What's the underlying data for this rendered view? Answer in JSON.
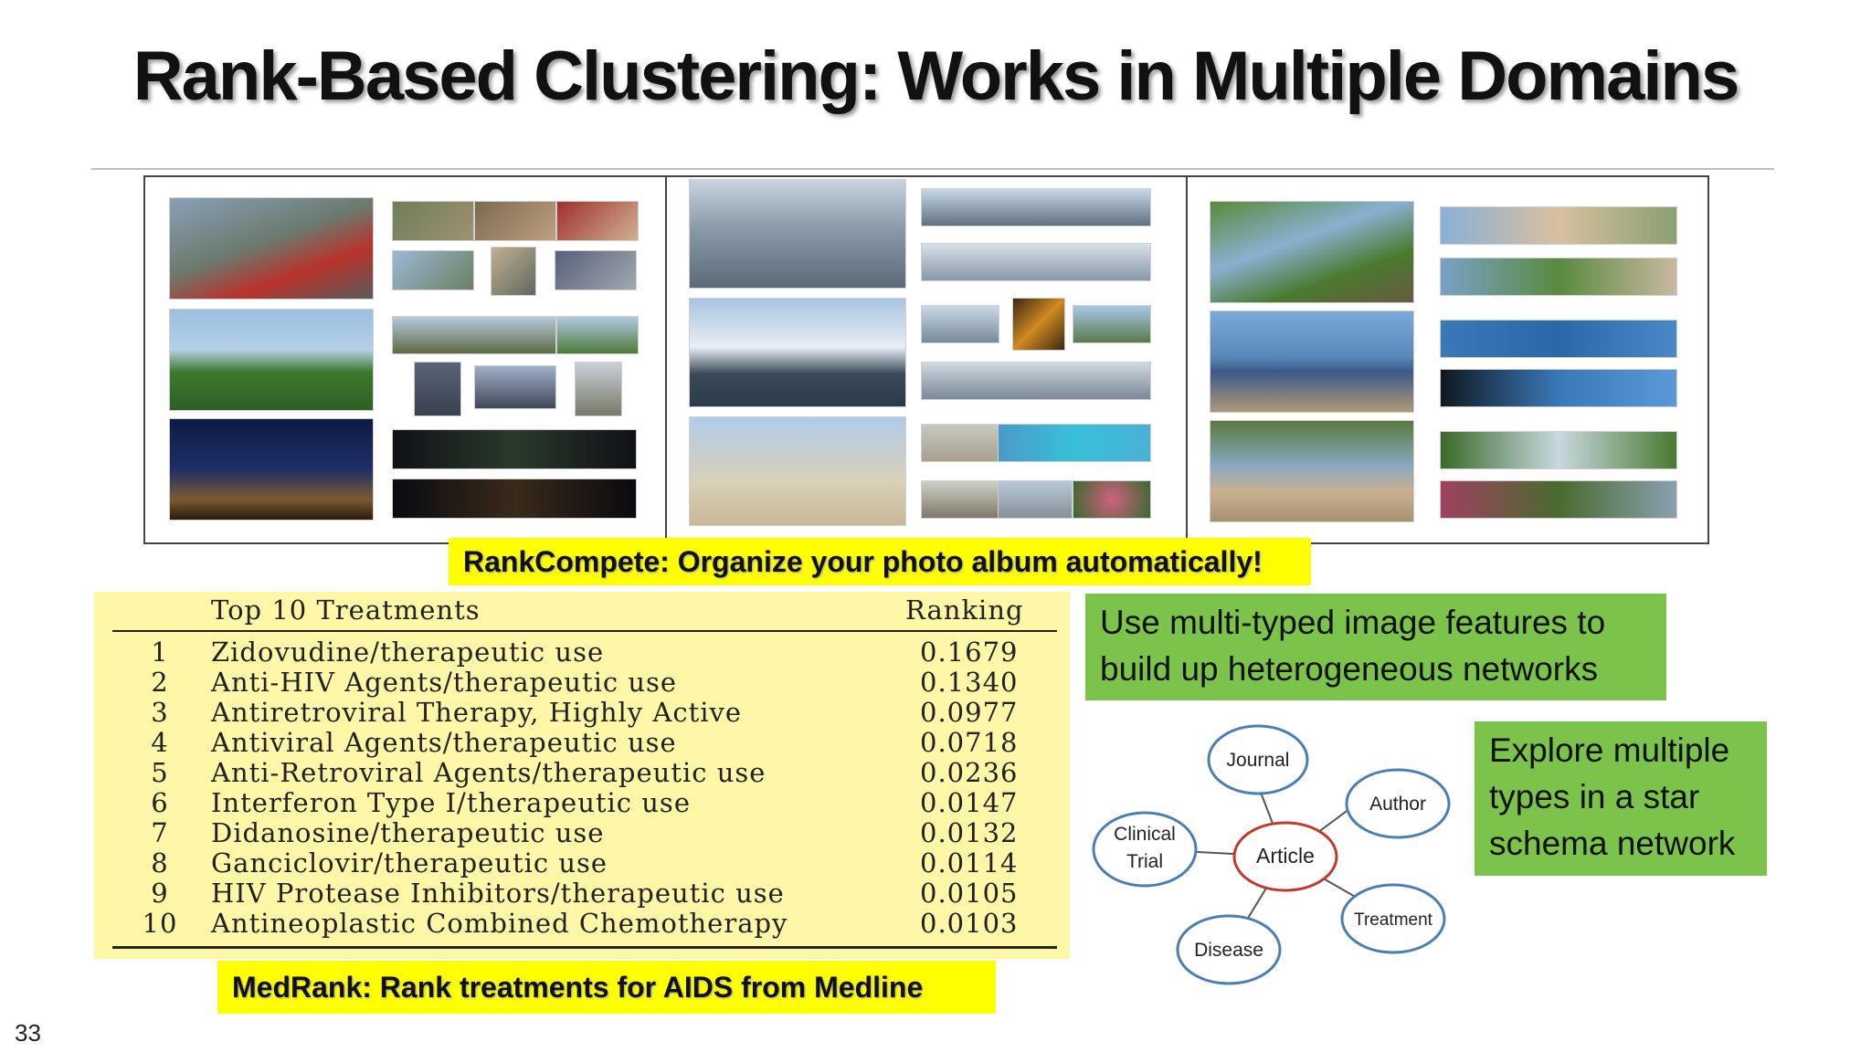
{
  "slide": {
    "title": "Rank-Based Clustering: Works in Multiple Domains",
    "number": "33"
  },
  "captions": {
    "photo": "RankCompete: Organize your photo album automatically!",
    "medline": "MedRank: Rank treatments for AIDS from Medline"
  },
  "table": {
    "header_name": "Top 10 Treatments",
    "header_rank": "Ranking",
    "rows": [
      {
        "rank": "1",
        "name": "Zidovudine/therapeutic use",
        "value": "0.1679"
      },
      {
        "rank": "2",
        "name": "Anti-HIV Agents/therapeutic use",
        "value": "0.1340"
      },
      {
        "rank": "3",
        "name": "Antiretroviral Therapy, Highly Active",
        "value": "0.0977"
      },
      {
        "rank": "4",
        "name": "Antiviral Agents/therapeutic use",
        "value": "0.0718"
      },
      {
        "rank": "5",
        "name": "Anti-Retroviral Agents/therapeutic use",
        "value": "0.0236"
      },
      {
        "rank": "6",
        "name": "Interferon Type I/therapeutic use",
        "value": "0.0147"
      },
      {
        "rank": "7",
        "name": "Didanosine/therapeutic use",
        "value": "0.0132"
      },
      {
        "rank": "8",
        "name": "Ganciclovir/therapeutic use",
        "value": "0.0114"
      },
      {
        "rank": "9",
        "name": "HIV Protease Inhibitors/therapeutic use",
        "value": "0.0105"
      },
      {
        "rank": "10",
        "name": "Antineoplastic Combined Chemotherapy",
        "value": "0.0103"
      }
    ]
  },
  "notes": {
    "features": "Use multi-typed image features to build up heterogeneous networks",
    "star": "Explore multiple types in a star schema network"
  },
  "network": {
    "center": "Article",
    "nodes": [
      "Journal",
      "Author",
      "Clinical Trial",
      "Treatment",
      "Disease"
    ]
  },
  "colors": {
    "caption_bg": "#ffff00",
    "table_bg": "#fff7a8",
    "note_bg": "#7cc34c",
    "node_ring": "#4a7fb5",
    "center_ring": "#c0392b"
  }
}
